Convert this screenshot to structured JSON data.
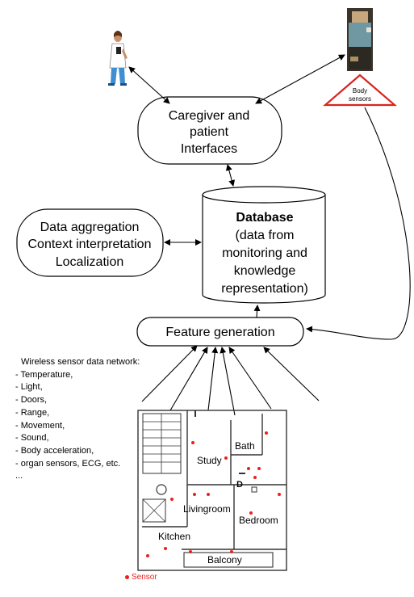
{
  "nodes": {
    "interfaces": {
      "line1": "Caregiver and",
      "line2": "patient",
      "line3": "Interfaces"
    },
    "database": {
      "title": "Database",
      "line1": "(data from",
      "line2": "monitoring and",
      "line3": "knowledge",
      "line4": "representation)"
    },
    "processing": {
      "line1": "Data aggregation",
      "line2": "Context interpretation",
      "line3": "Localization"
    },
    "feature": {
      "label": "Feature generation"
    },
    "body_sensors": {
      "line1": "Body",
      "line2": "sensors"
    }
  },
  "sensor_network": {
    "heading": "Wireless sensor data network:",
    "items": [
      "- Temperature,",
      "- Light,",
      "- Doors,",
      "- Range,",
      "- Movement,",
      "- Sound,",
      "- Body acceleration,",
      "- organ sensors, ECG, etc.",
      "..."
    ]
  },
  "floorplan": {
    "rooms": {
      "study": "Study",
      "bath": "Bath",
      "livingroom": "Livingroom",
      "bedroom": "Bedroom",
      "kitchen": "Kitchen",
      "balcony": "Balcony"
    }
  },
  "legend": {
    "sensor_label": "Sensor"
  },
  "colors": {
    "sensor": "#e8201f",
    "triangle": "#d9241f",
    "stroke": "#000000"
  }
}
